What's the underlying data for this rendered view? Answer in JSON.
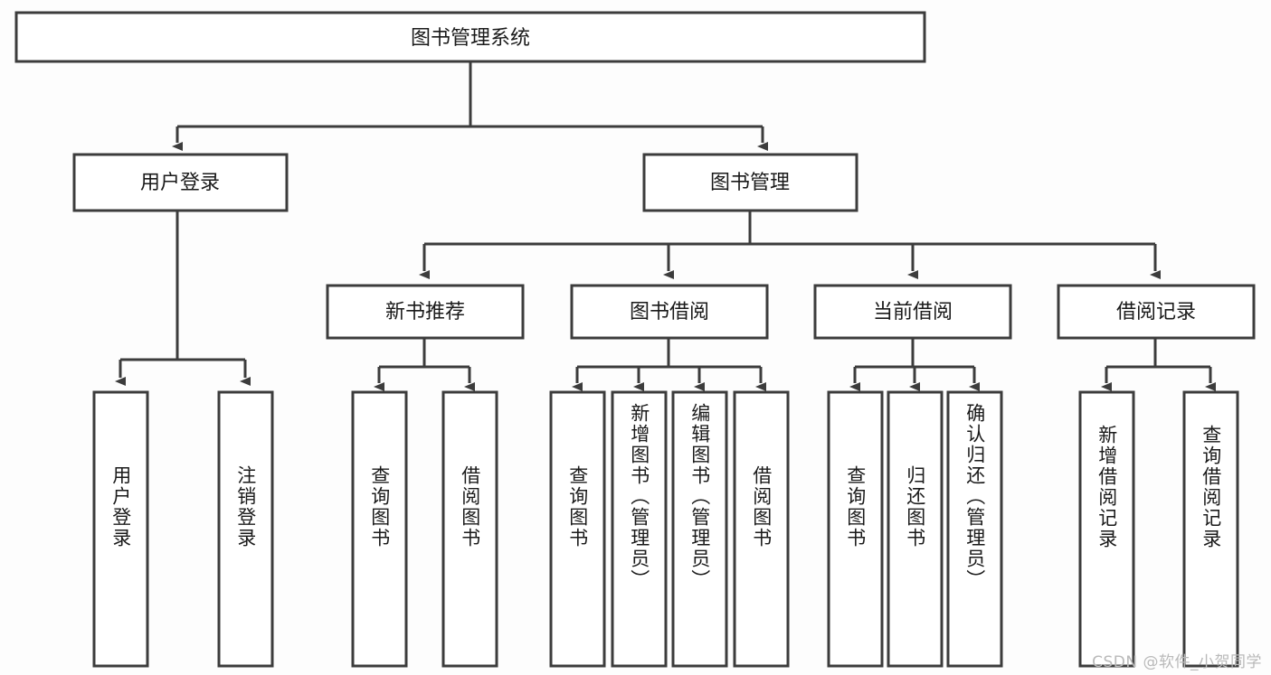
{
  "diagram": {
    "title": "图书管理系统",
    "type": "tree",
    "orientation": "top-down",
    "colors": {
      "box_fill": "#ffffff",
      "box_stroke": "#3c3c3c",
      "connector": "#3c3c3c",
      "text": "#1a1a1a",
      "background": "#fdfdfd",
      "watermark": "#b9b9b9"
    },
    "root": {
      "label": "图书管理系统"
    },
    "level2": [
      {
        "label": "用户登录"
      },
      {
        "label": "图书管理"
      }
    ],
    "level3": [
      {
        "label": "新书推荐"
      },
      {
        "label": "图书借阅"
      },
      {
        "label": "当前借阅"
      },
      {
        "label": "借阅记录"
      }
    ],
    "leaves": {
      "user_login": [
        {
          "label": "用户登录"
        },
        {
          "label": "注销登录"
        }
      ],
      "new_book_recommend": [
        {
          "label": "查询图书"
        },
        {
          "label": "借阅图书"
        }
      ],
      "book_borrow": [
        {
          "label": "查询图书"
        },
        {
          "label": "新增图书（管理员）"
        },
        {
          "label": "编辑图书（管理员）"
        },
        {
          "label": "借阅图书"
        }
      ],
      "current_borrow": [
        {
          "label": "查询图书"
        },
        {
          "label": "归还图书"
        },
        {
          "label": "确认归还（管理员）"
        }
      ],
      "borrow_record": [
        {
          "label": "新增借阅记录"
        },
        {
          "label": "查询借阅记录"
        }
      ]
    }
  },
  "watermark": {
    "text": "CSDN @软件_小贺同学"
  }
}
